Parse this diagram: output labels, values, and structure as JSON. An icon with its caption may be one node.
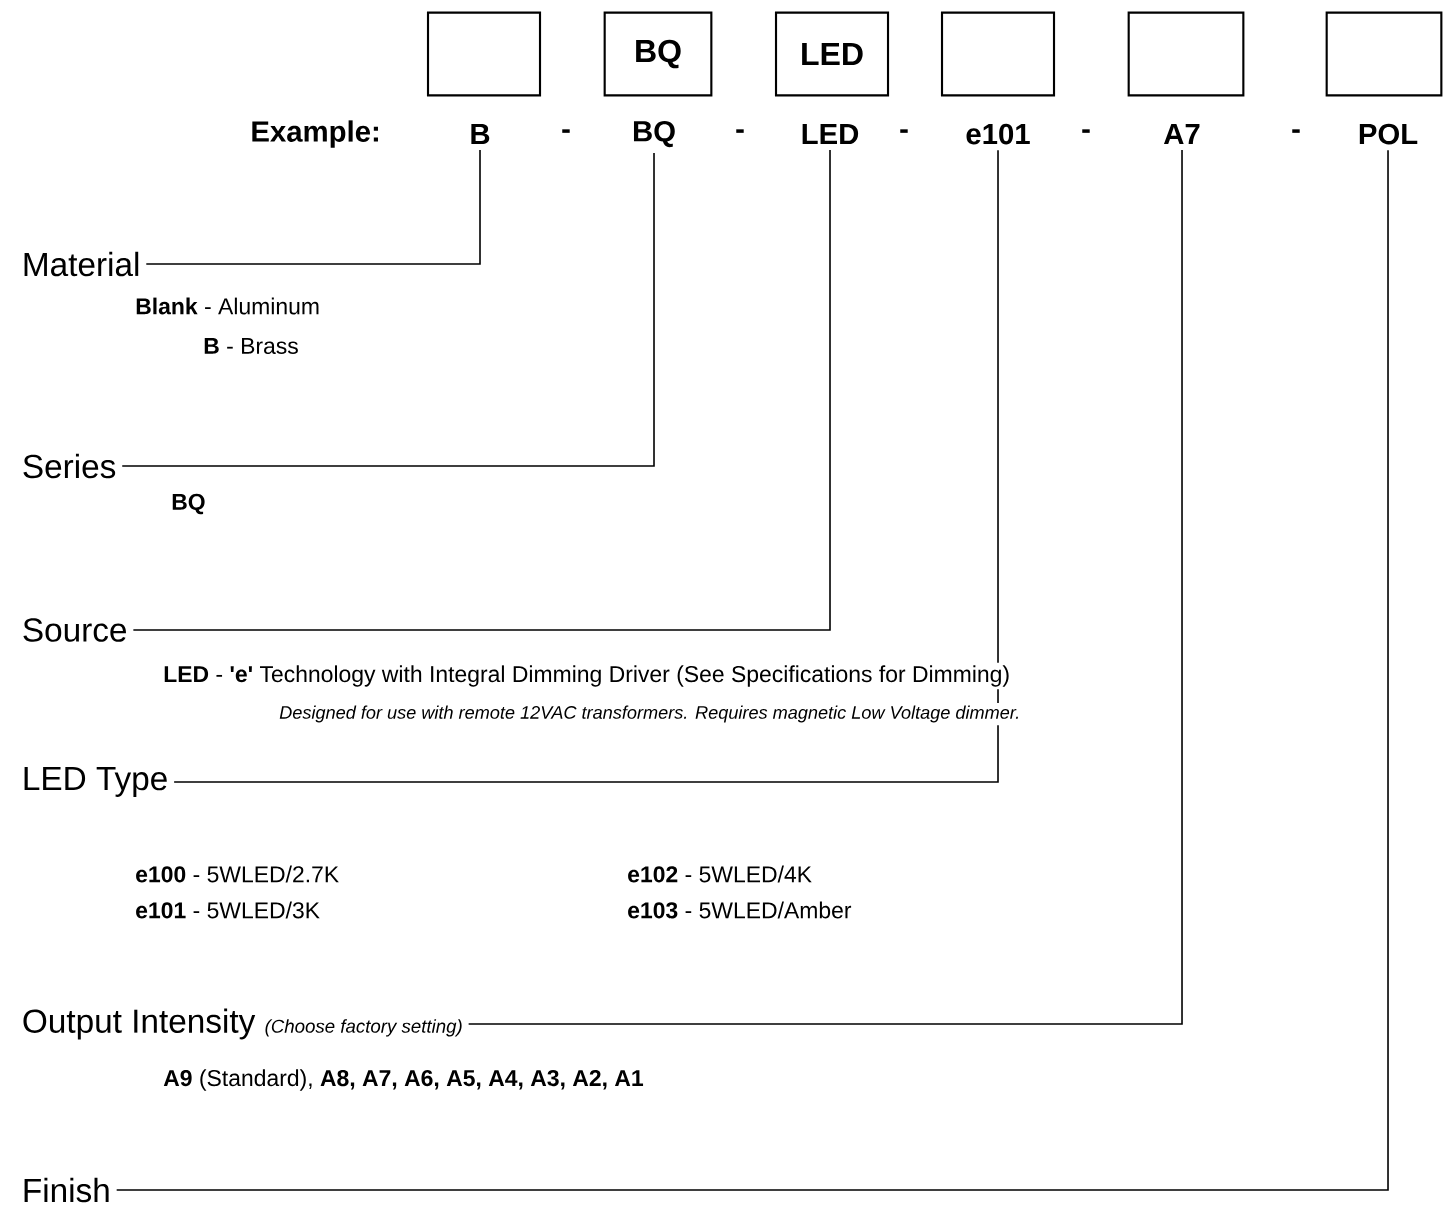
{
  "diagram": {
    "nodes": [
      {
        "text": [],
        "shape": "box"
      },
      {
        "text": [
          "BQ"
        ]
      },
      {
        "text": [
          "LED"
        ]
      },
      {
        "text": [],
        "shape": "box"
      },
      {
        "text": [],
        "shape": "box"
      },
      {
        "text": [],
        "shape": "box"
      },
      {
        "text": [
          "B"
        ]
      },
      {
        "text": [
          "BQ"
        ]
      },
      {
        "text": [
          "LED"
        ]
      },
      {
        "text": [
          "e101"
        ]
      },
      {
        "text": [
          "A7"
        ]
      },
      {
        "text": [
          "POL"
        ]
      },
      {
        "text": [
          "Material"
        ]
      },
      {
        "text": [
          "Series"
        ]
      },
      {
        "text": [
          "Source"
        ]
      },
      {
        "text": [
          "LED Type"
        ]
      },
      {
        "text": [
          "Output Intensity",
          "(Choose factory setting)"
        ]
      },
      {
        "text": [
          "Finish"
        ]
      }
    ],
    "edges": [
      {
        "from": 6,
        "to": 12,
        "arrow": "none"
      },
      {
        "from": 7,
        "to": 13,
        "arrow": "none"
      },
      {
        "from": 8,
        "to": 14,
        "arrow": "none"
      },
      {
        "from": 9,
        "to": 15,
        "arrow": "none"
      },
      {
        "from": 10,
        "to": 16,
        "arrow": "none"
      },
      {
        "from": 11,
        "to": 17,
        "arrow": "none"
      }
    ],
    "labels": [
      "Example:",
      "-",
      "-",
      "-",
      "-",
      "-",
      "**Blank** - Aluminum",
      "**B** - Brass",
      "**BQ**",
      "**LED** - **'e'** Technology with Integral Dimming Driver (See Specifications for Dimming)",
      "Designed for use with remote 12VAC transformers. Requires magnetic Low Voltage dimmer.",
      "**e100** - 5WLED/2.7K",
      "**e102** - 5WLED/4K",
      "**e101** - 5WLED/3K",
      "**e103** - 5WLED/Amber",
      "**A9** (Standard), **A8, A7, A6, A5, A4, A3, A2, A1**"
    ]
  }
}
